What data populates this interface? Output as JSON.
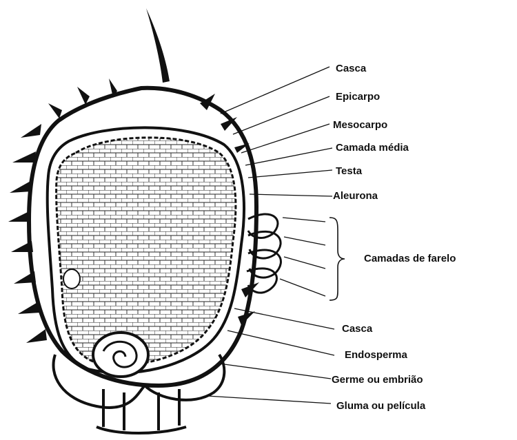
{
  "labels": {
    "casca_top": "Casca",
    "epicarpo": "Epicarpo",
    "mesocarpo": "Mesocarpo",
    "camada_media": "Camada média",
    "testa": "Testa",
    "aleurona": "Aleurona",
    "camadas_farelo": "Camadas de farelo",
    "casca_bottom": "Casca",
    "endosperma": "Endosperma",
    "germe": "Germe ou embrião",
    "gluma": "Gluma ou película"
  },
  "colors": {
    "ink": "#111111",
    "background": "#ffffff"
  }
}
